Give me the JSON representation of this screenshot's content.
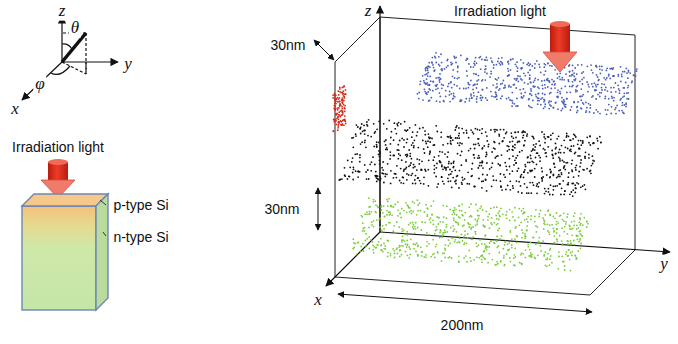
{
  "diagram": {
    "labels": [
      "z",
      "y",
      "x",
      "θ",
      "φ",
      "Irradiation light",
      "p-type Si",
      "n-type Si",
      "z",
      "Irradiation light",
      "30nm",
      "30nm",
      "y",
      "x",
      "200nm"
    ]
  }
}
